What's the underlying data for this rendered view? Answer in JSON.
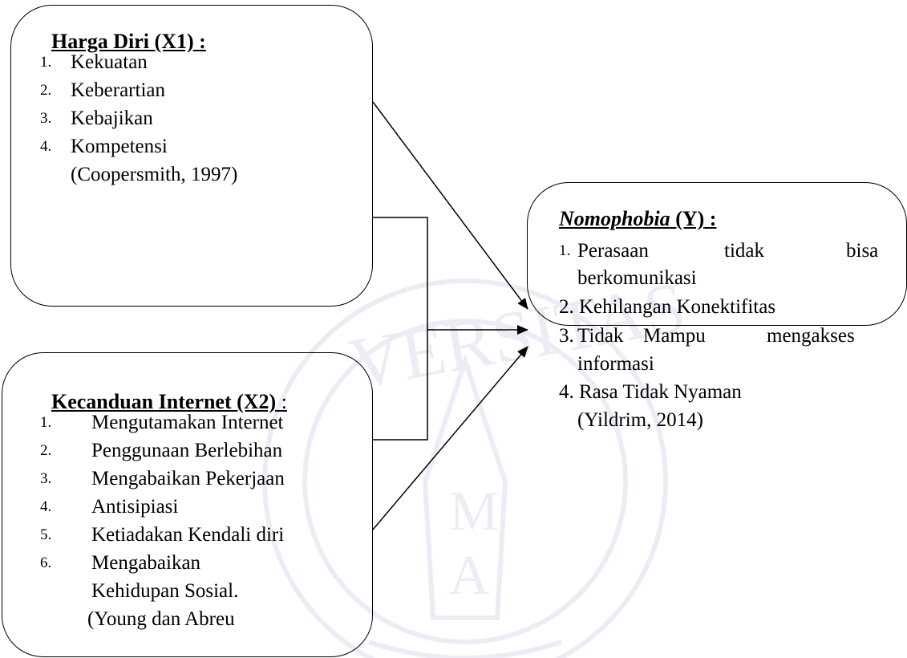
{
  "x1": {
    "title": "Harga Diri",
    "symbol": "(X1)",
    "colon": ":",
    "items": [
      "Kekuatan",
      "Keberartian",
      "Kebajikan",
      "Kompetensi"
    ],
    "numbers": [
      "1.",
      "2.",
      "3.",
      "4."
    ],
    "citation": "(Coopersmith, 1997)"
  },
  "x2": {
    "title": "Kecanduan Internet",
    "symbol": "(X2)",
    "colon": ":",
    "items": [
      "Mengutamakan Internet",
      "Penggunaan Berlebihan",
      "Mengabaikan Pekerjaan",
      "Antisipiasi",
      "Ketiadakan Kendali diri",
      "Mengabaikan",
      "Kehidupan Sosial."
    ],
    "numbers": [
      "1.",
      "2.",
      "3.",
      "4.",
      "5.",
      "6."
    ],
    "citation": "(Young dan Abreu"
  },
  "y": {
    "title": "Nomophobia",
    "symbol": "(Y)",
    "colon": ":",
    "item1_num": "1.",
    "item1_words": [
      "Perasaan",
      "tidak",
      "bisa"
    ],
    "item1_cont": "berkomunikasi",
    "item2": "2. Kehilangan Konektifitas",
    "item3_words": [
      "3.",
      "Tidak",
      "Mampu",
      "mengakses"
    ],
    "item3_cont": "informasi",
    "item4": "4. Rasa Tidak Nyaman",
    "citation": "(Yildrim, 2014)"
  },
  "colors": {
    "line": "#000000",
    "text": "#000000",
    "watermark": "#3b3b9c"
  }
}
